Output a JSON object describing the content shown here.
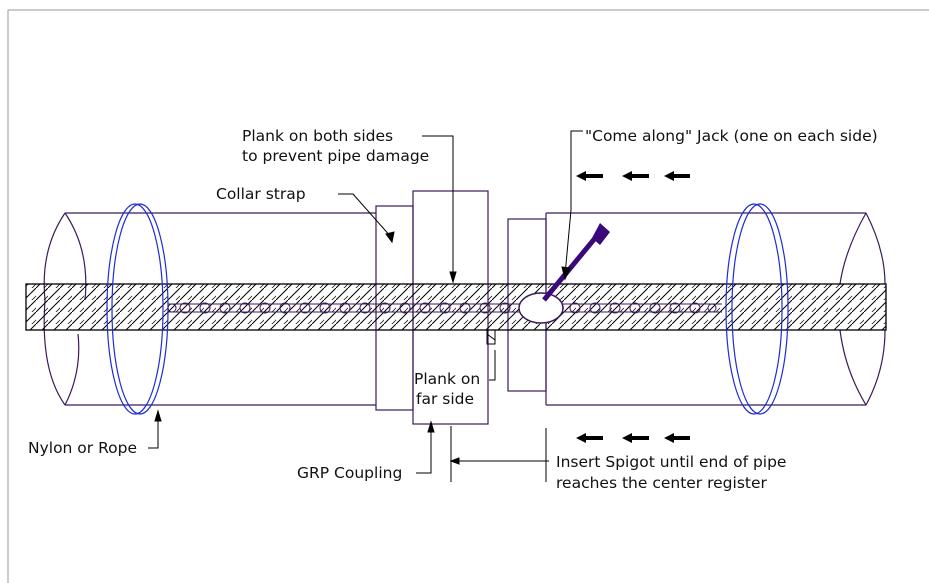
{
  "labels": {
    "plank_line1": "Plank on both sides",
    "plank_line2": "to prevent pipe damage",
    "come_along": "\"Come along\" Jack (one on each side)",
    "collar_strap": "Collar strap",
    "plank_far_line1": "Plank on",
    "plank_far_line2": "far side",
    "nylon": "Nylon or Rope",
    "grp_coupling": "GRP Coupling",
    "insert_line1": "Insert Spigot until end of pipe",
    "insert_line2": "reaches the center register"
  },
  "colors": {
    "pipe_outline": "#3a1a5c",
    "rope": "#1f2bd6",
    "jack_handle": "#3a0a7a",
    "leader": "#000000",
    "frame": "#9a9a9a"
  }
}
